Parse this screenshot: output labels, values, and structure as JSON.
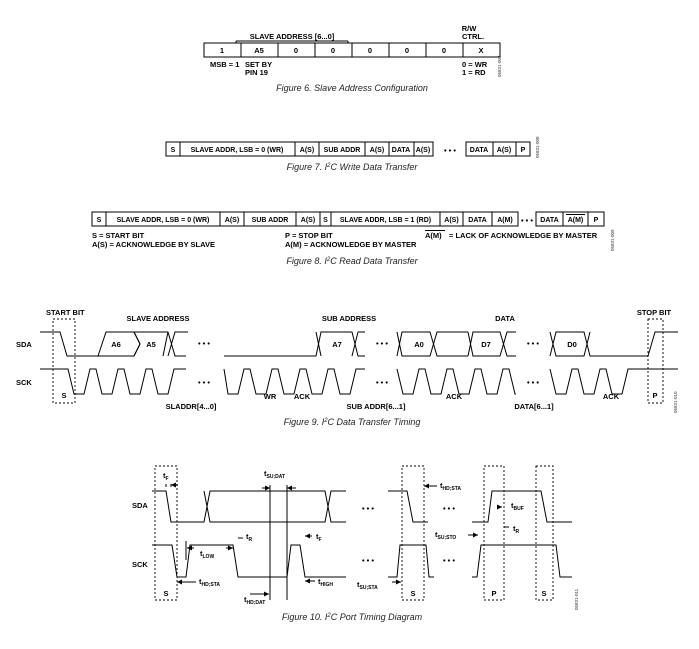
{
  "fig6": {
    "caption": "Figure 6. Slave Address Configuration",
    "header": "SLAVE ADDRESS [6...0]",
    "rw_header_1": "R/W",
    "rw_header_2": "CTRL.",
    "cells": [
      "1",
      "A5",
      "0",
      "0",
      "0",
      "0",
      "0",
      "X"
    ],
    "msb_note": "MSB = 1",
    "setby_1": "SET BY",
    "setby_2": "PIN 19",
    "wr_note": "0 = WR",
    "rd_note": "1 = RD",
    "code": "05831-007"
  },
  "fig7": {
    "caption_pre": "Figure 7. I",
    "caption_sup": "2",
    "caption_post": "C Write Data Transfer",
    "cells": [
      "S",
      "SLAVE ADDR, LSB = 0 (WR)",
      "A(S)",
      "SUB ADDR",
      "A(S)",
      "DATA",
      "A(S)",
      "DATA",
      "A(S)",
      "P"
    ],
    "dots": "• • •",
    "code": "05831-008"
  },
  "fig8": {
    "caption_pre": "Figure 8. I",
    "caption_sup": "2",
    "caption_post": "C Read Data Transfer",
    "cells": [
      "S",
      "SLAVE ADDR, LSB = 0 (WR)",
      "A(S)",
      "SUB ADDR",
      "A(S)",
      "S",
      "SLAVE ADDR, LSB = 1 (RD)",
      "A(S)",
      "DATA",
      "A(M)",
      "DATA",
      "A(M)",
      "P"
    ],
    "dots": "• • •",
    "legend_s": "S = START BIT",
    "legend_as": "A(S) = ACKNOWLEDGE BY SLAVE",
    "legend_p": "P = STOP BIT",
    "legend_am": "A(M) = ACKNOWLEDGE BY MASTER",
    "legend_nack_sym": "A(M)",
    "legend_nack_text": "= LACK OF ACKNOWLEDGE BY MASTER",
    "code": "05831-009"
  },
  "fig9": {
    "caption_pre": "Figure 9. I",
    "caption_sup": "2",
    "caption_post": "C Data Transfer Timing",
    "start_bit": "START BIT",
    "slave_address": "SLAVE ADDRESS",
    "sub_address": "SUB ADDRESS",
    "data": "DATA",
    "stop_bit": "STOP BIT",
    "sda": "SDA",
    "sck": "SCK",
    "bits": [
      "A6",
      "A5",
      "A7",
      "A0",
      "D7",
      "D0"
    ],
    "s": "S",
    "p": "P",
    "wr": "WR",
    "ack": "ACK",
    "sladdr": "SLADDR[4...0]",
    "subaddr": "SUB ADDR[6...1]",
    "databits": "DATA[6...1]",
    "dots": "• • •",
    "code": "05831-010"
  },
  "fig10": {
    "caption_pre": "Figure 10. I",
    "caption_sup": "2",
    "caption_post": "C Port Timing Diagram",
    "sda": "SDA",
    "sck": "SCK",
    "s": "S",
    "p": "P",
    "t": "t",
    "sub_f": "F",
    "sub_r": "R",
    "sub_low": "LOW",
    "sub_high": "HIGH",
    "sub_hdsta": "HD;STA",
    "sub_hddat": "HD;DAT",
    "sub_sudat": "SU;DAT",
    "sub_susta": "SU;STA",
    "sub_susto": "SU;STO",
    "sub_buf": "BUF",
    "dots": "• • •",
    "code": "05831-011"
  }
}
